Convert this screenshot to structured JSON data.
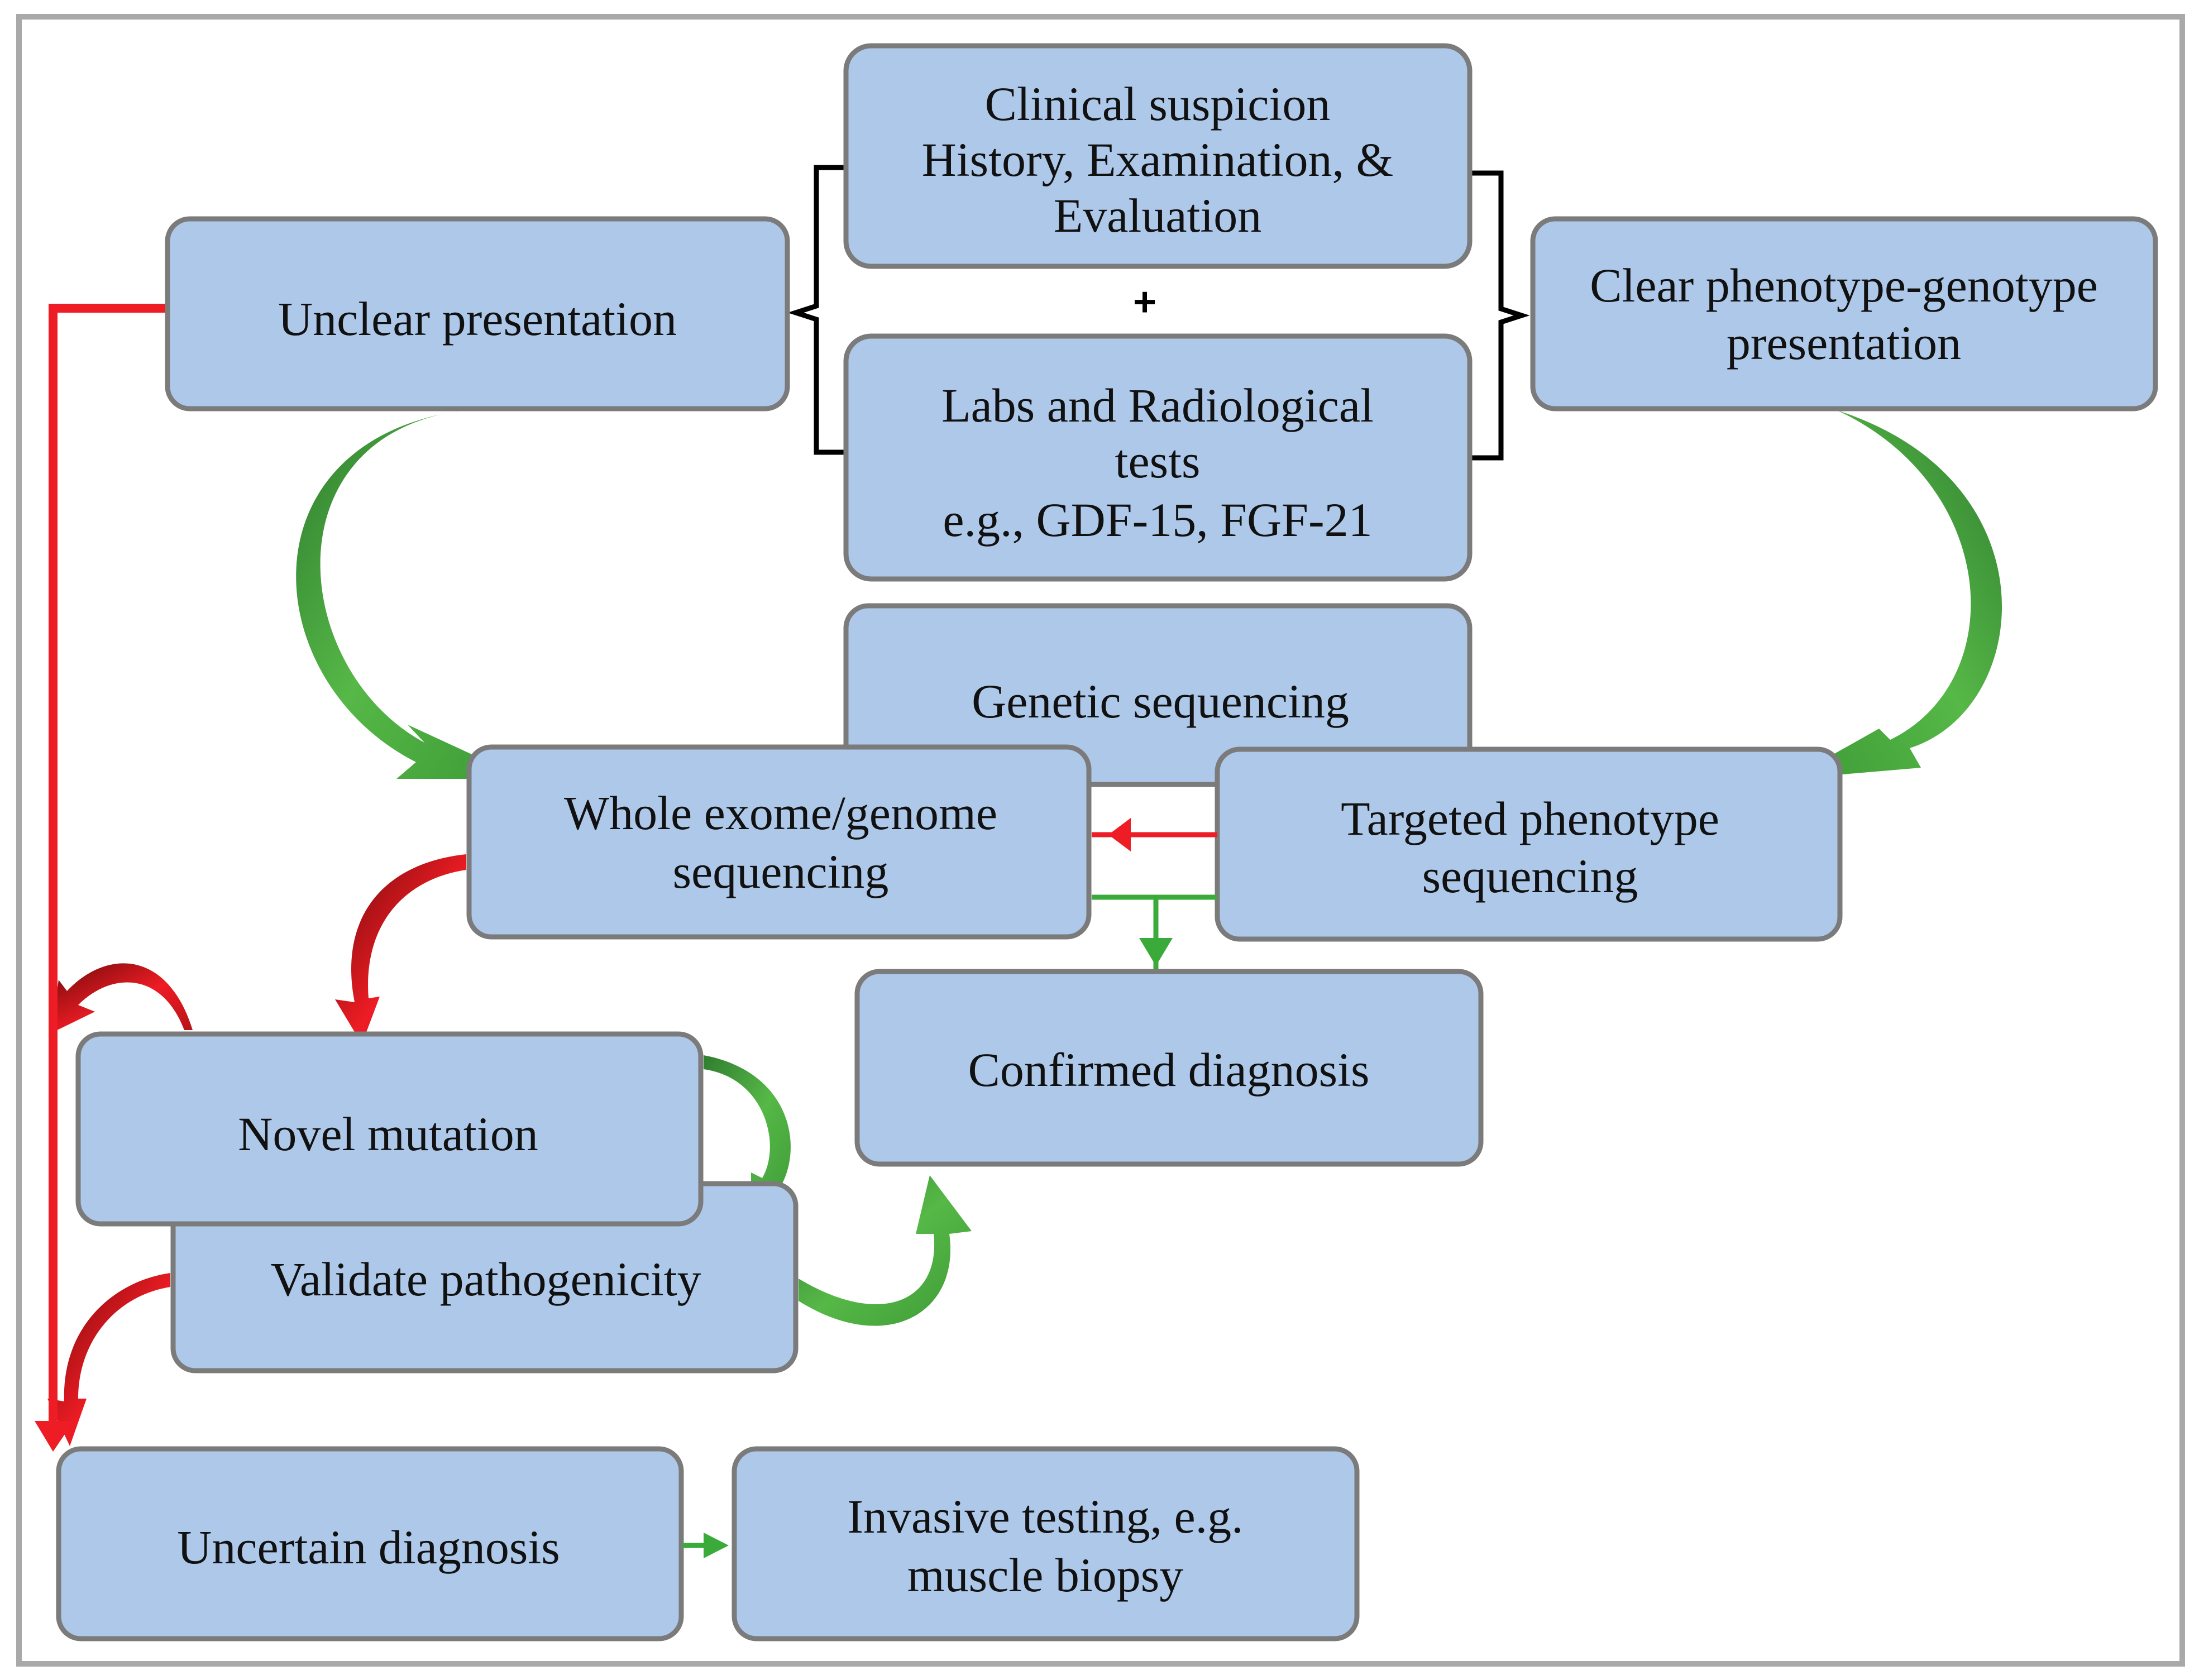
{
  "colors": {
    "box_fill": "#aec8e9",
    "box_stroke": "#7b7b7b",
    "frame": "#a9a9a9",
    "red_arrow": "#ee1c24",
    "green_arrow": "#3aab3a",
    "bracket": "#000000"
  },
  "nodes": {
    "clinical_suspicion": [
      "Clinical suspicion",
      "History, Examination, &",
      "Evaluation"
    ],
    "plus": "+",
    "labs": [
      "Labs and Radiological",
      "tests",
      "e.g., GDF-15, FGF-21"
    ],
    "unclear": [
      "Unclear presentation"
    ],
    "clear": [
      "Clear phenotype-genotype",
      "presentation"
    ],
    "genetic": [
      "Genetic sequencing"
    ],
    "whole": [
      "Whole exome/genome",
      "sequencing"
    ],
    "targeted": [
      "Targeted phenotype",
      "sequencing"
    ],
    "confirmed": [
      "Confirmed diagnosis"
    ],
    "novel": [
      "Novel mutation"
    ],
    "validate": [
      "Validate pathogenicity"
    ],
    "uncertain": [
      "Uncertain diagnosis"
    ],
    "invasive": [
      "Invasive testing, e.g.",
      "muscle biopsy"
    ]
  }
}
